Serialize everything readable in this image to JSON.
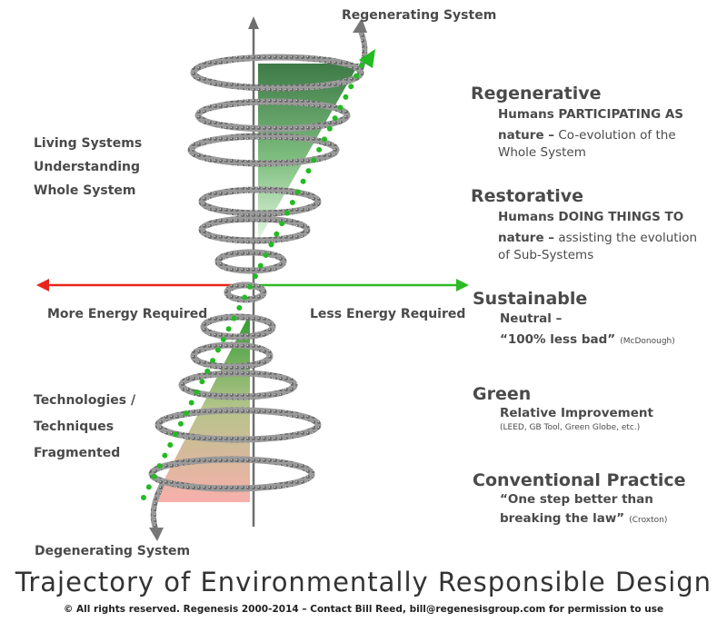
{
  "top_label": "Regenerating System",
  "bottom_label": "Degenerating System",
  "left_axis_label": "More Energy Required",
  "right_axis_label": "Less Energy Required",
  "upper_left": [
    "Living Systems",
    "Understanding",
    "Whole System"
  ],
  "lower_left": [
    "Technologies /",
    "Techniques",
    "Fragmented"
  ],
  "stages": {
    "regenerative": {
      "title": "Regenerative",
      "line1": "Humans PARTICIPATING AS",
      "line2_bold": "nature –",
      "line2_rest": " Co-evolution of the",
      "line3": "Whole System"
    },
    "restorative": {
      "title": "Restorative",
      "line1": "Humans DOING THINGS TO",
      "line2_bold": "nature –",
      "line2_rest": " assisting the evolution",
      "line3": "of Sub-Systems"
    },
    "sustainable": {
      "title": "Sustainable",
      "line1": "Neutral –",
      "line2": "“100% less bad”",
      "line2_note": "(McDonough)"
    },
    "green": {
      "title": "Green",
      "line1": "Relative Improvement",
      "line2": "(LEED, GB Tool, Green Globe, etc.)"
    },
    "conventional": {
      "title": "Conventional Practice",
      "line1": "“One step better than",
      "line2": "breaking the law”",
      "line2_note": "(Croxton)"
    }
  },
  "title": "Trajectory of Environmentally Responsible Design",
  "footer": "© All rights reserved.  Regenesis 2000-2014 – Contact Bill Reed, bill@regenesisgroup.com for permission to use",
  "colors": {
    "axis_left": "#e8251c",
    "axis_right": "#2dbb23",
    "vertical_axis": "#6e6e6e",
    "upper_triangle_dark": "#3d7a47",
    "upper_triangle_light": "#d6f3d6",
    "lower_triangle_top": "#2f9a2f",
    "lower_triangle_bottom": "#f7b1ae",
    "dotted_trajectory": "#22bb22",
    "spiral": "#777777"
  }
}
